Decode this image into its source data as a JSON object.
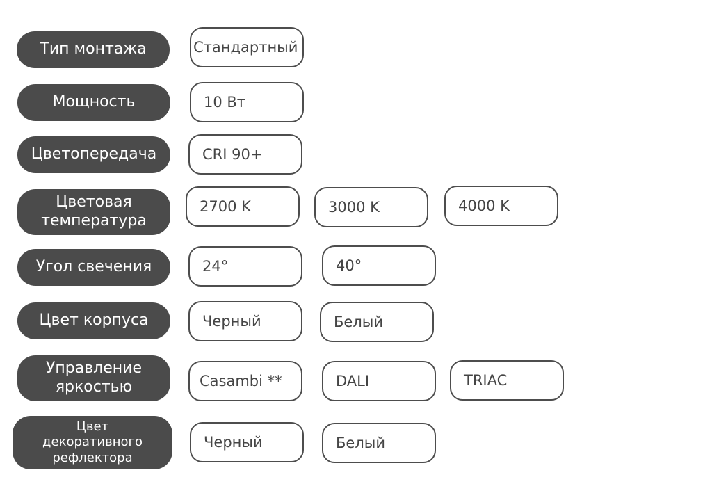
{
  "rows": [
    {
      "label": "Тип монтажа",
      "options": [
        "Стандартный"
      ]
    },
    {
      "label": "Мощность",
      "options": [
        "10 Вт"
      ]
    },
    {
      "label": "Цветопередача",
      "options": [
        "CRI 90+"
      ]
    },
    {
      "label": "Цветовая\nтемпература",
      "options": [
        "2700 K",
        "3000 K",
        "4000 K"
      ]
    },
    {
      "label": "Угол свечения",
      "options": [
        "24°",
        "40°"
      ]
    },
    {
      "label": "Цвет корпуса",
      "options": [
        "Черный",
        "Белый"
      ]
    },
    {
      "label": "Управление\nяркостью",
      "options": [
        "Casambi **",
        "DALI",
        "TRIAC"
      ]
    },
    {
      "label": "Цвет\nдекоративного\nрефлектора",
      "options": [
        "Черный",
        "Белый"
      ]
    }
  ]
}
